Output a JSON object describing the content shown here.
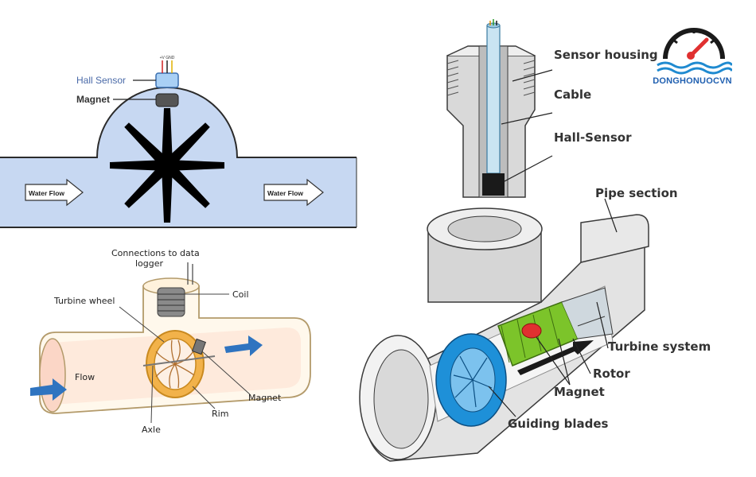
{
  "colors": {
    "water": "#c7d8f2",
    "pipe_outline": "#2b2b2b",
    "logo_blue": "#1f5fb0",
    "logo_red": "#e03030",
    "rotor_green": "#7cc42a",
    "guide_blue": "#1e90d8",
    "rim_orange": "#f2b24a",
    "arrow_blue": "#2f74c0"
  },
  "hall_diagram": {
    "hall_sensor_label": "Hall Sensor",
    "magnet_label": "Magnet",
    "flow_left": "Water Flow",
    "flow_right": "Water Flow",
    "wire_tags": "+V GND"
  },
  "turbine_sketch": {
    "connections_line1": "Connections to data",
    "connections_line2": "logger",
    "coil": "Coil",
    "turbine_wheel": "Turbine wheel",
    "flow": "Flow",
    "magnet": "Magnet",
    "rim": "Rim",
    "axle": "Axle"
  },
  "sensor_assembly": {
    "sensor_housing": "Sensor housing",
    "cable": "Cable",
    "hall_sensor": "Hall-Sensor",
    "pipe_section": "Pipe section",
    "turbine_system": "Turbine system",
    "rotor": "Rotor",
    "magnet": "Magnet",
    "guiding_blades": "Guiding blades"
  },
  "logo": {
    "text": "DONGHONUOCVN",
    "icon": "gauge-icon"
  }
}
